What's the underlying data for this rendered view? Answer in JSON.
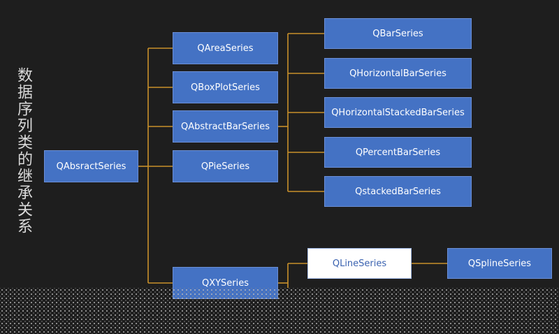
{
  "title": "数据序列类的继承关系",
  "colors": {
    "background": "#1e1e1e",
    "node_fill": "#4472c4",
    "node_text": "#ffffff",
    "selected_fill": "#ffffff",
    "selected_text": "#3a62b0",
    "connector": "#c8902a",
    "title_text": "#d9d9d9"
  },
  "nodes": {
    "root": "QAbsractSeries",
    "area": "QAreaSeries",
    "boxplot": "QBoxPlotSeries",
    "abstractbar": "QAbstractBarSeries",
    "pie": "QPieSeries",
    "xy": "QXYSeries",
    "bar": "QBarSeries",
    "hbar": "QHorizontalBarSeries",
    "hstackedbar": "QHorizontalStackedBarSeries",
    "percentbar": "QPercentBarSeries",
    "stackedbar": "QstackedBarSeries",
    "line": "QLineSeries",
    "spline": "QSplineSeries"
  }
}
